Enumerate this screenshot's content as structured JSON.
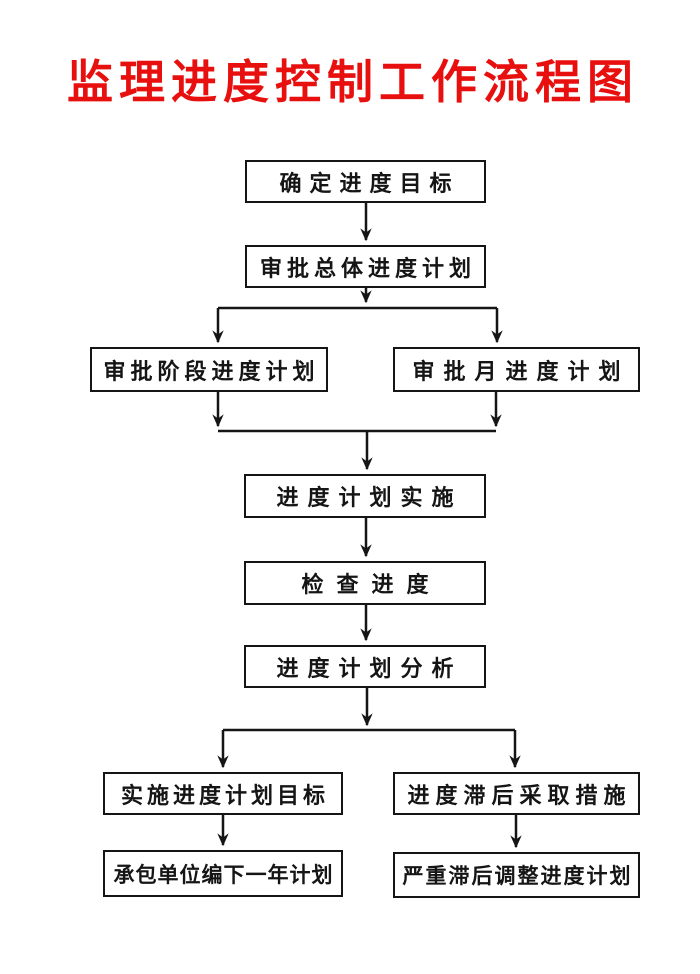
{
  "title": {
    "text": "监理进度控制工作流程图"
  },
  "colors": {
    "title_red": "#e8100e",
    "line_black": "#151515",
    "background": "#ffffff"
  },
  "flow": {
    "nodes": {
      "b1": {
        "label": "确定进度目标"
      },
      "b2": {
        "label": "审批总体进度计划"
      },
      "b3a": {
        "label": "审批阶段进度计划"
      },
      "b3b": {
        "label": "审批月进度计划"
      },
      "b4": {
        "label": "进度计划实施"
      },
      "b5": {
        "label": "检查进度"
      },
      "b6": {
        "label": "进度计划分析"
      },
      "b7a": {
        "label": "实施进度计划目标"
      },
      "b7b": {
        "label": "进度滞后采取措施"
      },
      "b8a": {
        "label": "承包单位编下一年计划"
      },
      "b8b": {
        "label": "严重滞后调整进度计划"
      }
    },
    "edges": [
      {
        "from": "b1",
        "to": "b2"
      },
      {
        "from": "b2",
        "to": "b3a"
      },
      {
        "from": "b2",
        "to": "b3b"
      },
      {
        "from": "b3a",
        "to": "b4"
      },
      {
        "from": "b3b",
        "to": "b4"
      },
      {
        "from": "b4",
        "to": "b5"
      },
      {
        "from": "b5",
        "to": "b6"
      },
      {
        "from": "b6",
        "to": "b7a"
      },
      {
        "from": "b6",
        "to": "b7b"
      },
      {
        "from": "b7a",
        "to": "b8a"
      },
      {
        "from": "b7b",
        "to": "b8b"
      }
    ]
  }
}
